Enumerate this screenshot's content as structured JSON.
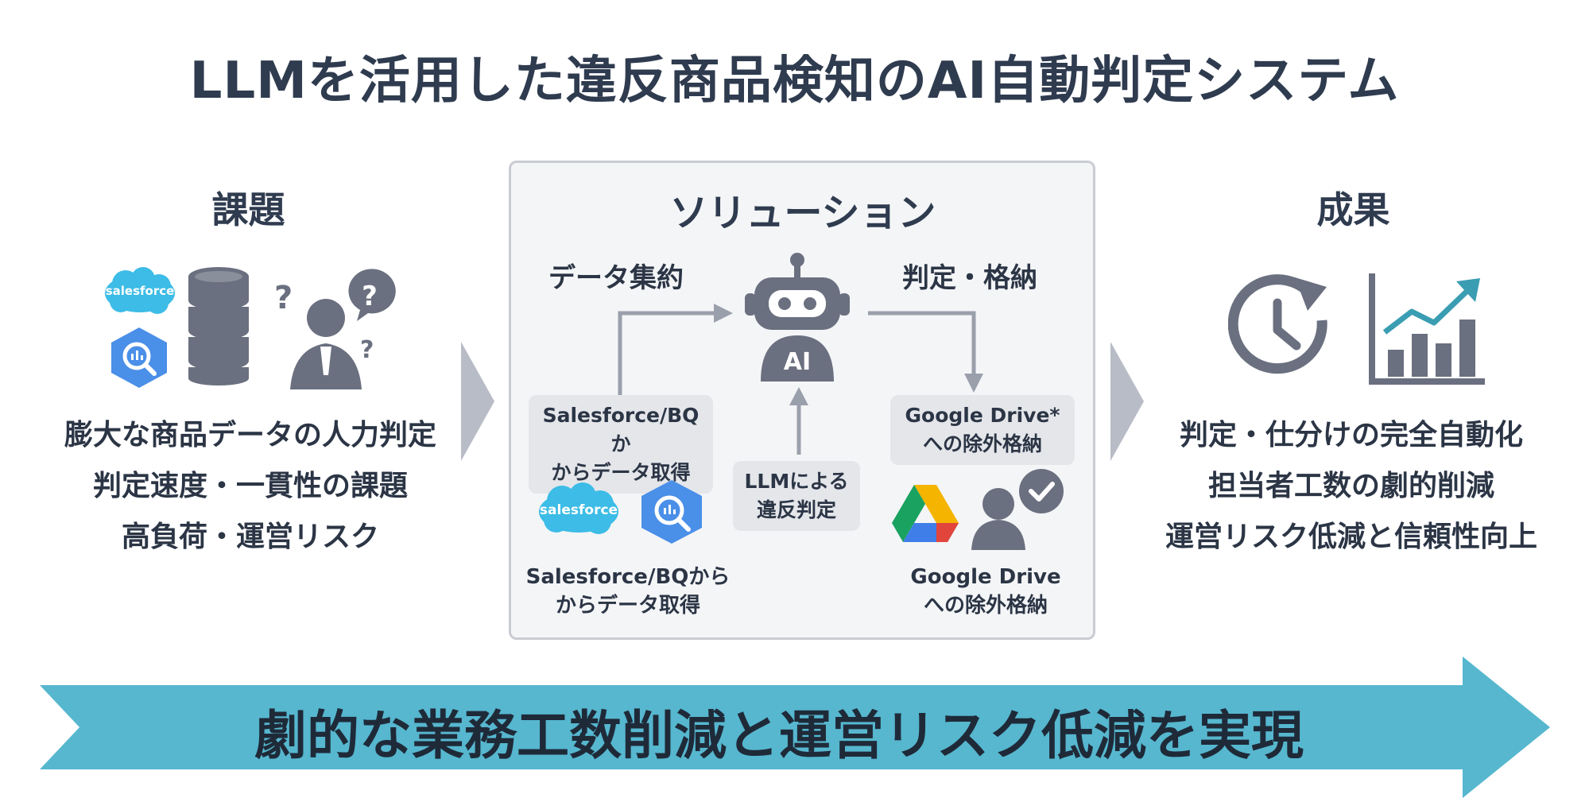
{
  "title": "LLMを活用した違反商品検知のAI自動判定システム",
  "colors": {
    "dark_text": "#2f3b4f",
    "icon_gray": "#6b7080",
    "accent_teal": "#3a9db2",
    "banner": "#56b7cf",
    "salesforce": "#3cbce6",
    "bigquery": "#4a8fe8",
    "drive_green": "#1aa260",
    "drive_yellow": "#f5b400",
    "drive_blue": "#3f7ee8"
  },
  "problem": {
    "heading": "課題",
    "salesforce_logo": "salesforce",
    "icons": [
      "salesforce-logo",
      "bigquery-icon",
      "database-icon",
      "confused-person-icon"
    ],
    "lines": [
      "膨大な商品データの人力判定",
      "判定速度・一貫性の課題",
      "高負荷・運営リスク"
    ]
  },
  "solution": {
    "heading": "ソリューション",
    "data_label": "データ集約",
    "judge_label": "判定・格納",
    "ai_label": "AI",
    "collect_pill": [
      "Salesforce/BQか",
      "からデータ取得"
    ],
    "llm_pill": [
      "LLMによる",
      "違反判定"
    ],
    "drive_pill": [
      "Google Drive*",
      "への除外格納"
    ],
    "salesforce_logo": "salesforce",
    "left_caption": [
      "Salesforce/BQから",
      "からデータ取得"
    ],
    "right_caption": [
      "Google Drive",
      "への除外格納"
    ]
  },
  "result": {
    "heading": "成果",
    "icons": [
      "clock-refresh-icon",
      "growth-chart-icon"
    ],
    "lines": [
      "判定・仕分けの完全自動化",
      "担当者工数の劇的削減",
      "運営リスク低減と信頼性向上"
    ]
  },
  "banner": {
    "text": "劇的な業務工数削減と運営リスク低減を実現"
  }
}
